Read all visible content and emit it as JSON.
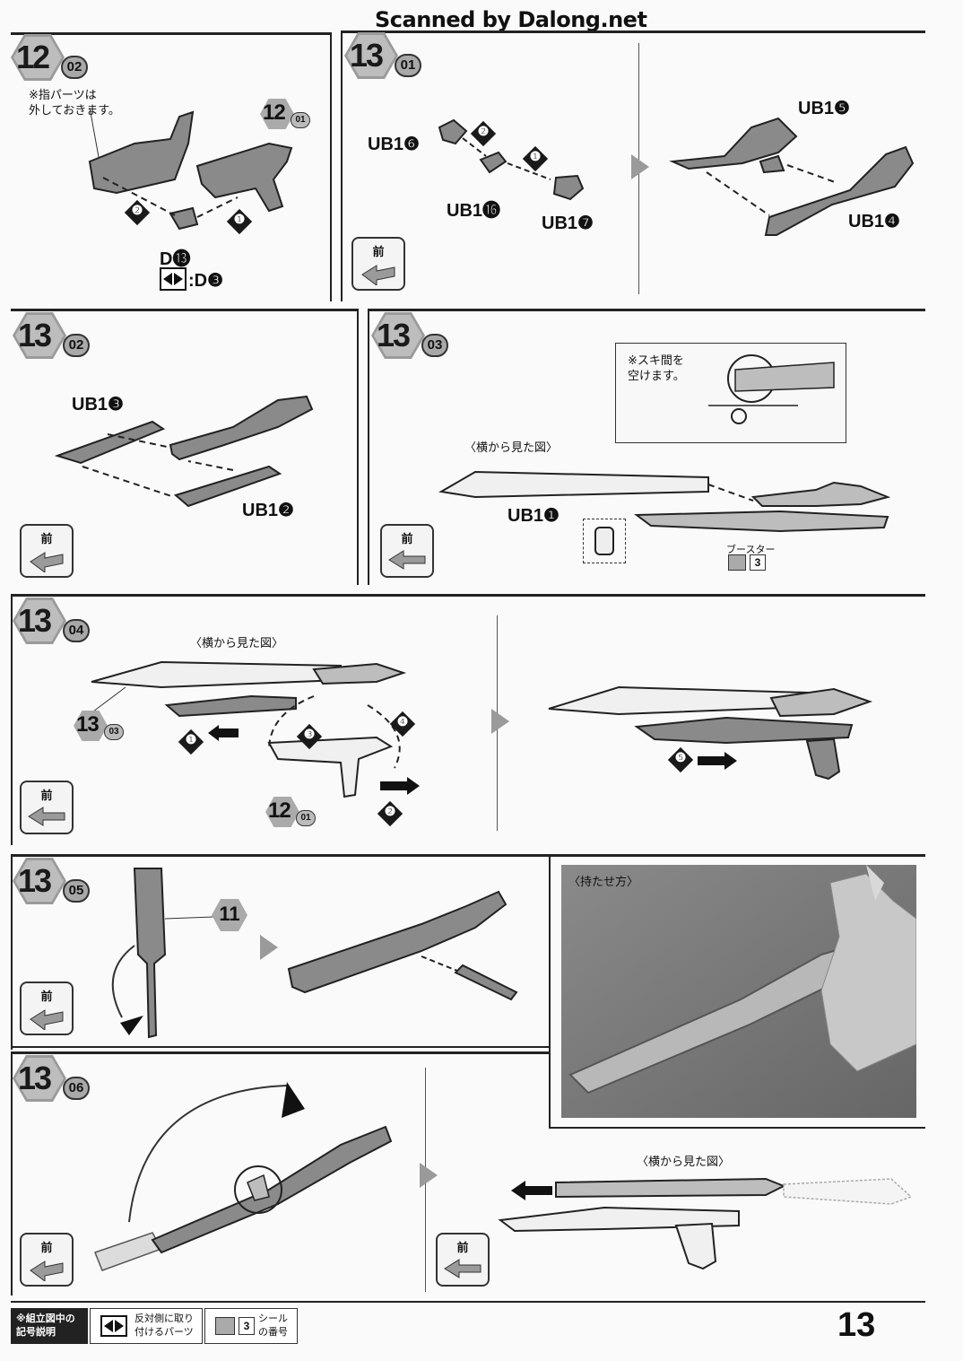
{
  "header": {
    "scan_credit": "Scanned by Dalong.net"
  },
  "panels": {
    "p12_02": {
      "badge": {
        "main": "12",
        "sub": "02"
      },
      "note": "※指パーツは\n外しておきます。",
      "ref_badge": {
        "main": "12",
        "sub": "01"
      },
      "part": "D⓭",
      "mirror_part": ":D❸",
      "steps": [
        "❶",
        "❷"
      ]
    },
    "p13_01": {
      "badge": {
        "main": "13",
        "sub": "01"
      },
      "parts": [
        "UB1❻",
        "UB1⓰",
        "UB1❼",
        "UB1❺",
        "UB1❹"
      ],
      "steps": [
        "❶",
        "❷"
      ],
      "front": "前"
    },
    "p13_02": {
      "badge": {
        "main": "13",
        "sub": "02"
      },
      "parts": [
        "UB1❸",
        "UB1❷"
      ],
      "front": "前"
    },
    "p13_03": {
      "badge": {
        "main": "13",
        "sub": "03"
      },
      "note": "※スキ間を\n空けます。",
      "side_view": "〈横から見た図〉",
      "part": "UB1❶",
      "booster": "ブースター",
      "sticker": "3",
      "front": "前"
    },
    "p13_04": {
      "badge": {
        "main": "13",
        "sub": "04"
      },
      "side_view": "〈横から見た図〉",
      "ref_a": {
        "main": "13",
        "sub": "03"
      },
      "ref_b": {
        "main": "12",
        "sub": "01"
      },
      "steps": [
        "❶",
        "❷",
        "❸",
        "❹",
        "❺"
      ],
      "front": "前"
    },
    "p13_05": {
      "badge": {
        "main": "13",
        "sub": "05"
      },
      "ref": "11",
      "photo_caption": "〈持たせ方〉",
      "front": "前"
    },
    "p13_06": {
      "badge": {
        "main": "13",
        "sub": "06"
      },
      "side_view": "〈横から見た図〉",
      "front": "前"
    }
  },
  "legend": {
    "title": "※組立図中の\n記号説明",
    "mirror": "反対側に取り\n付けるパーツ",
    "sticker_num": "3",
    "sticker": "シール\nの番号"
  },
  "page_number": "13"
}
